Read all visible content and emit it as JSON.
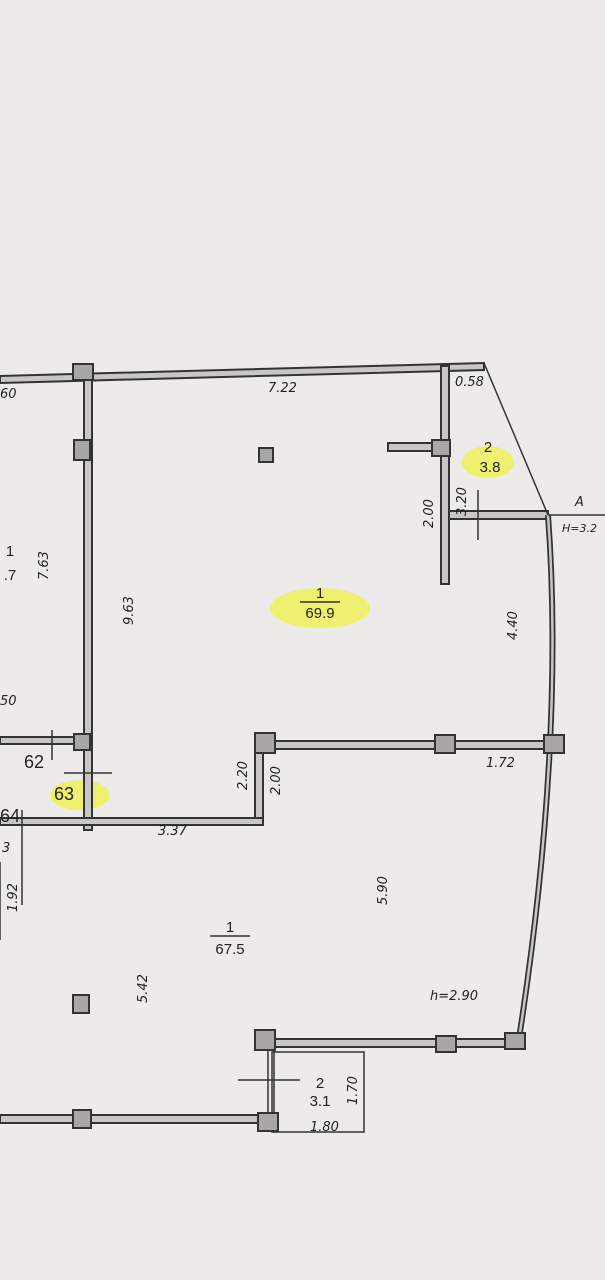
{
  "rooms": [
    {
      "number": "1",
      "area": "69.9",
      "highlighted": true
    },
    {
      "number": "2",
      "area": "3.8",
      "highlighted": true
    },
    {
      "number": "1",
      "area": "67.5",
      "highlighted": false
    },
    {
      "number": "2",
      "area": "3.1",
      "highlighted": false
    },
    {
      "number": "1",
      "area": ".7",
      "highlighted": false
    }
  ],
  "dimensions": {
    "top_width": "7.22",
    "corner": "0.58",
    "left_height": "9.63",
    "left_room_height": "7.63",
    "partition_a": "2.00",
    "partition_b": "3.20",
    "right_height": "4.40",
    "right_segment": "1.72",
    "step_a": "2.20",
    "step_b": "2.00",
    "lower_width": "3.37",
    "lower_height": "5.90",
    "lower_left_height": "5.42",
    "ceiling_height": "h=2.90",
    "balcony_height": "1.70",
    "balcony_width": "1.80",
    "left_top": "60",
    "left_mid": "50",
    "left_low": "1.92",
    "left_small": "3"
  },
  "section_marker": {
    "letter": "A",
    "height": "H=3.2"
  },
  "unit_numbers": [
    "62",
    "63",
    "64"
  ],
  "highlight_color": "#f0f05a"
}
